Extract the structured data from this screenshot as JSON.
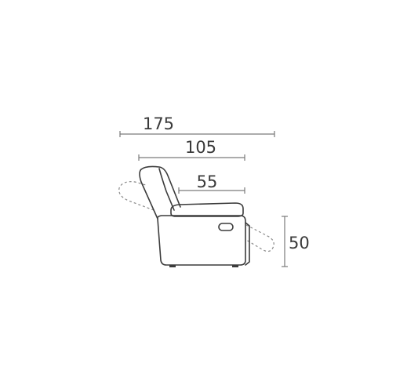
{
  "dimensions": {
    "total_width": "175",
    "depth": "105",
    "seat_depth": "55",
    "seat_height": "50"
  },
  "colors": {
    "line": "#3c3c3c",
    "dimension": "#7a7a7a",
    "text": "#3a3a3a",
    "background": "#ffffff"
  }
}
